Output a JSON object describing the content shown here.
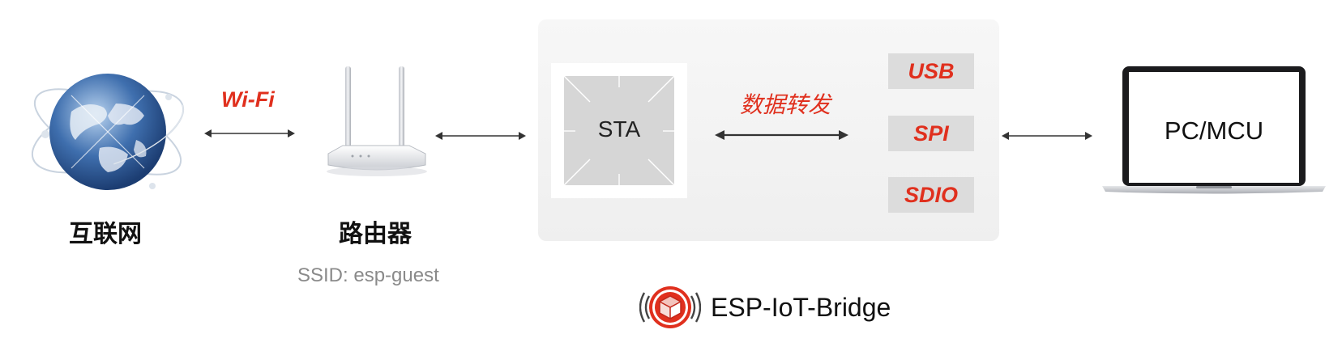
{
  "internet": {
    "label": "互联网",
    "icon": "globe-icon"
  },
  "wifi": {
    "label": "Wi-Fi",
    "color": "#e0301e"
  },
  "router": {
    "label": "路由器",
    "ssid": "SSID: esp-guest",
    "icon": "router-icon"
  },
  "bridge": {
    "sta_label": "STA",
    "forward_label": "数据转发",
    "interfaces": [
      "USB",
      "SPI",
      "SDIO"
    ],
    "background": "#f0f0f0"
  },
  "pc": {
    "label": "PC/MCU",
    "icon": "laptop-icon"
  },
  "brand": {
    "name": "ESP-IoT-Bridge",
    "icon": "esp-iot-bridge-logo-icon",
    "color": "#e0301e"
  }
}
